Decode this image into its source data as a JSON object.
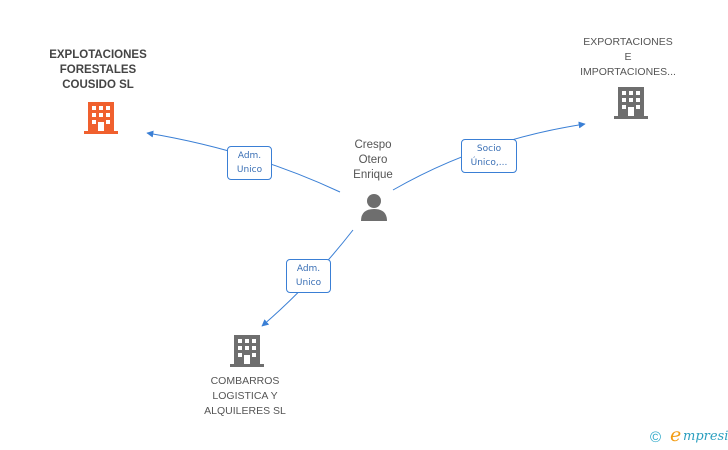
{
  "person": {
    "name_lines": [
      "Crespo",
      "Otero",
      "Enrique"
    ]
  },
  "companies": [
    {
      "lines": [
        "EXPLOTACIONES",
        "FORESTALES",
        "COUSIDO SL"
      ],
      "highlight": true,
      "color": "#f0602e"
    },
    {
      "lines": [
        "EXPORTACIONES",
        "E",
        "IMPORTACIONES..."
      ],
      "highlight": false,
      "color": "#6e6e6e"
    },
    {
      "lines": [
        "COMBARROS",
        "LOGISTICA Y",
        "ALQUILERES SL"
      ],
      "highlight": false,
      "color": "#6e6e6e"
    }
  ],
  "relations": [
    {
      "lines": [
        "Adm.",
        "Unico"
      ]
    },
    {
      "lines": [
        "Socio",
        "Único,..."
      ]
    },
    {
      "lines": [
        "Adm.",
        "Unico"
      ]
    }
  ],
  "colors": {
    "edge": "#3a7fd5",
    "person_icon": "#6e6e6e"
  },
  "branding": {
    "copyright": "©",
    "e_letter": "e",
    "rest": "mpresia"
  }
}
